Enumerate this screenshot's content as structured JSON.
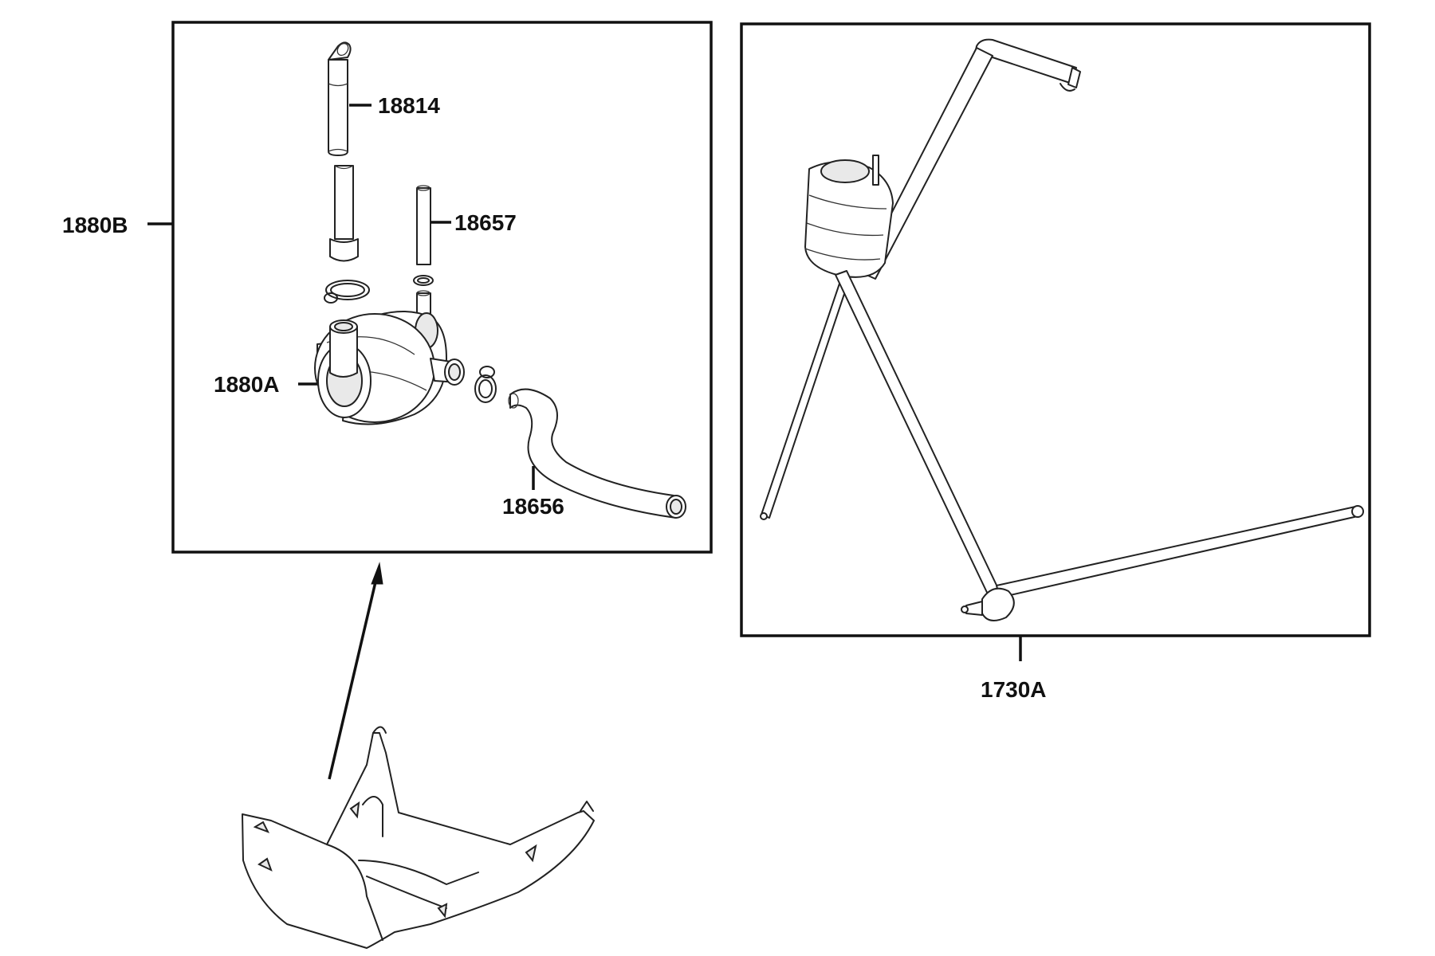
{
  "labels": {
    "assembly_left": "1880B",
    "upper_hose": "18814",
    "small_tube": "18657",
    "pump": "1880A",
    "outlet_hose": "18656",
    "assembly_right": "1730A"
  }
}
